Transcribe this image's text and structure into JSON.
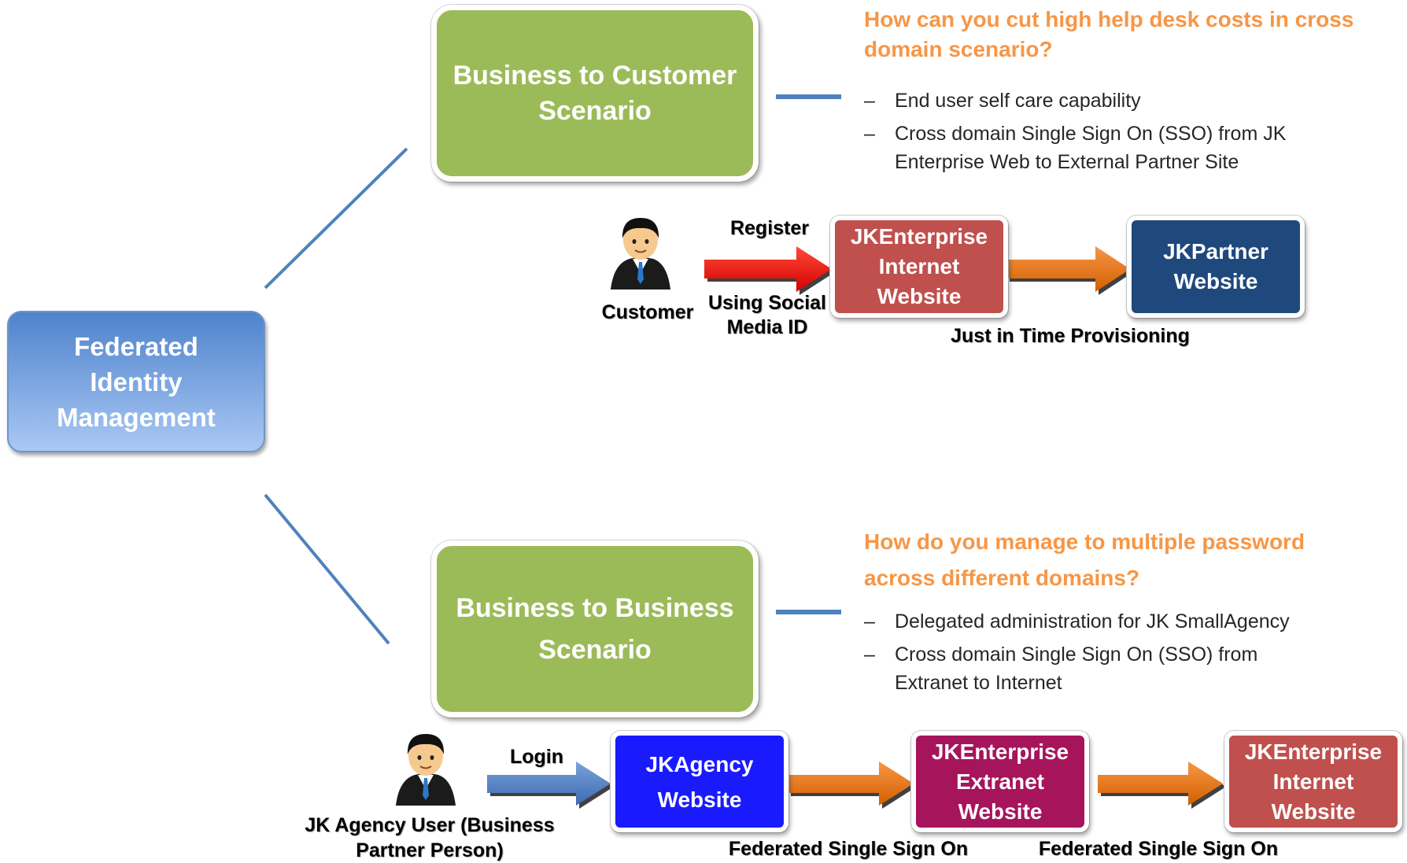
{
  "root": {
    "label": "Federated Identity Management"
  },
  "b2c": {
    "scenario": "Business to Customer Scenario",
    "question": "How can you cut high help desk costs in cross domain scenario?",
    "bullets": [
      "End user self care capability",
      "Cross domain Single Sign On (SSO) from JK Enterprise Web to External Partner Site"
    ],
    "actor": "Customer",
    "register": "Register",
    "social": "Using Social Media ID",
    "site1": "JKEnterprise Internet Website",
    "site2": "JKPartner Website",
    "jit": "Just in Time Provisioning"
  },
  "b2b": {
    "scenario": "Business to Business Scenario",
    "question": "How do you manage to multiple password across different domains?",
    "bullets": [
      "Delegated administration for JK SmallAgency",
      "Cross domain Single Sign On (SSO) from Extranet to Internet"
    ],
    "actor": "JK Agency User (Business Partner Person)",
    "login": "Login",
    "site1": "JKAgency Website",
    "site2": "JKEnterprise Extranet Website",
    "site3": "JKEnterprise Internet Website",
    "fsso1": "Federated Single Sign On",
    "fsso2": "Federated Single Sign On"
  },
  "colors": {
    "scenario": "#9bbb59",
    "question": "#f79646",
    "root": "#5b8fd6",
    "enterprise_internet": "#c0504d",
    "partner": "#1f497d",
    "agency": "#1a1aff",
    "extranet": "#a6145c",
    "arrow_red": "#ff0000",
    "arrow_orange": "#e46c0a",
    "arrow_blue": "#4f81bd",
    "connector": "#4f81bd"
  }
}
